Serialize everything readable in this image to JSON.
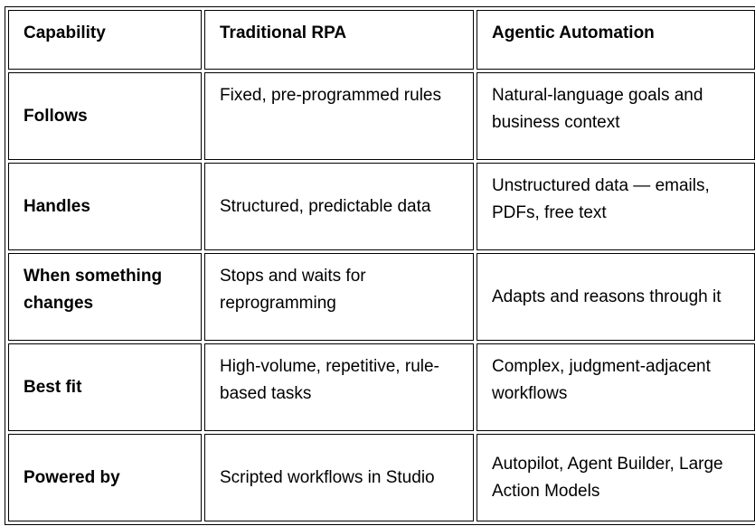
{
  "table": {
    "headers": [
      "Capability",
      "Traditional RPA",
      "Agentic Automation"
    ],
    "rows": [
      {
        "capability": "Follows",
        "rpa": "Fixed, pre-programmed rules",
        "agentic": "Natural-language goals and business context"
      },
      {
        "capability": "Handles",
        "rpa": "Structured, predictable data",
        "agentic": "Unstructured data — emails, PDFs, free text"
      },
      {
        "capability": "When something changes",
        "rpa": "Stops and waits for reprogramming",
        "agentic": "Adapts and reasons through it"
      },
      {
        "capability": "Best fit",
        "rpa": "High-volume, repetitive, rule-based tasks",
        "agentic": "Complex, judgment-adjacent workflows"
      },
      {
        "capability": "Powered by",
        "rpa": "Scripted workflows in Studio",
        "agentic": "Autopilot, Agent Builder, Large Action Models"
      }
    ]
  }
}
